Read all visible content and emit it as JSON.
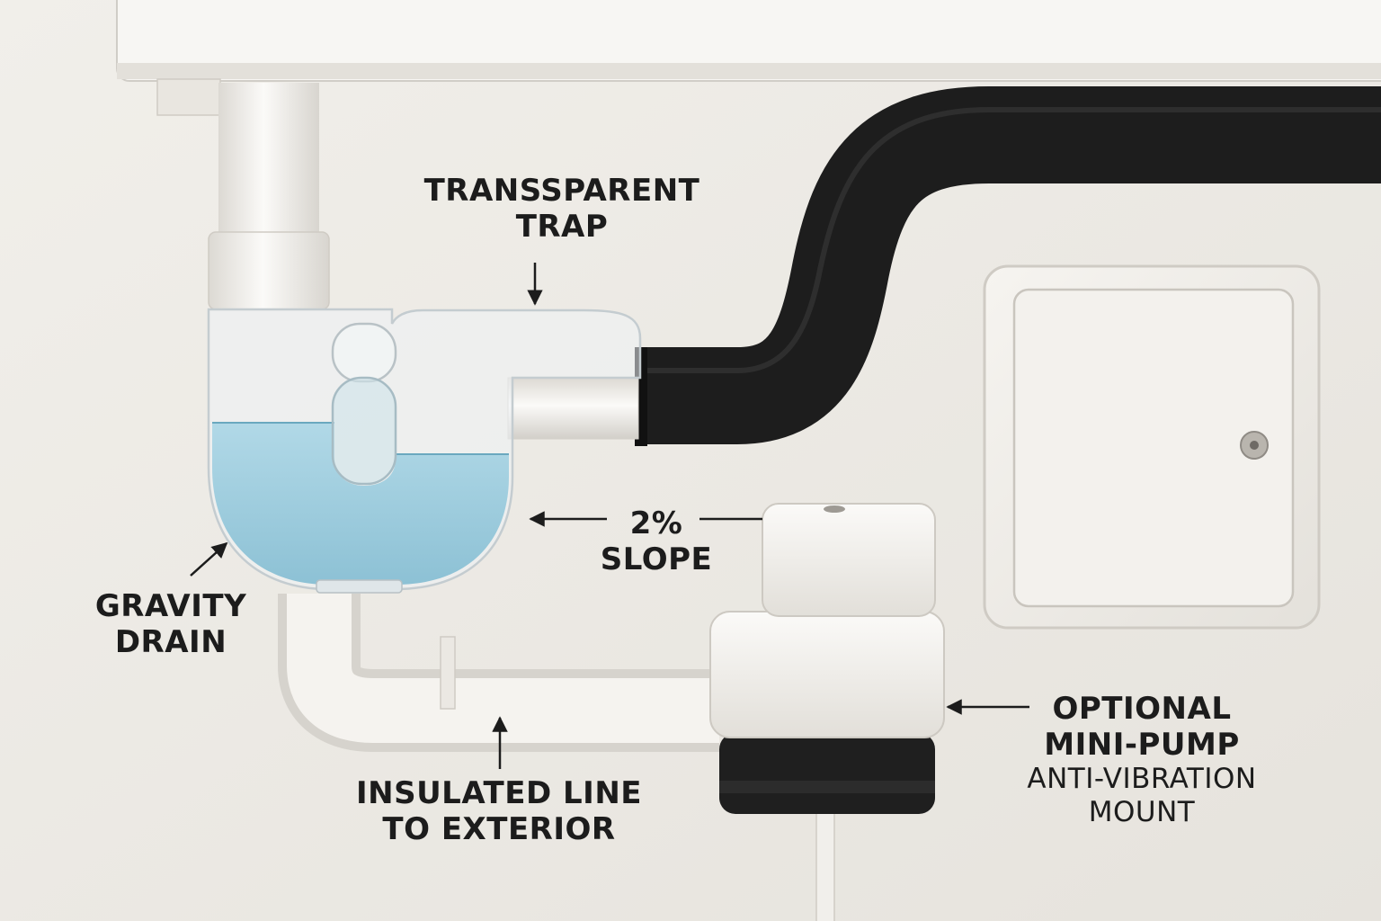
{
  "labels": {
    "trap": [
      "TRANSSPARENT",
      "TRAP"
    ],
    "gravity": [
      "GRAVITY",
      "DRAIN"
    ],
    "slope": [
      "2%",
      "SLOPE"
    ],
    "line": [
      "INSULATED LINE",
      "TO EXTERIOR"
    ],
    "pump": [
      "OPTIONAL",
      "MINI-PUMP"
    ],
    "mount": [
      "ANTI-VIBRATION",
      "MOUNT"
    ]
  },
  "colors": {
    "wall": "#ece9e4",
    "pipe": "#f4f2ee",
    "insulation": "#1d1d1d",
    "water": "#9fcfe0",
    "text": "#1c1c1c"
  }
}
